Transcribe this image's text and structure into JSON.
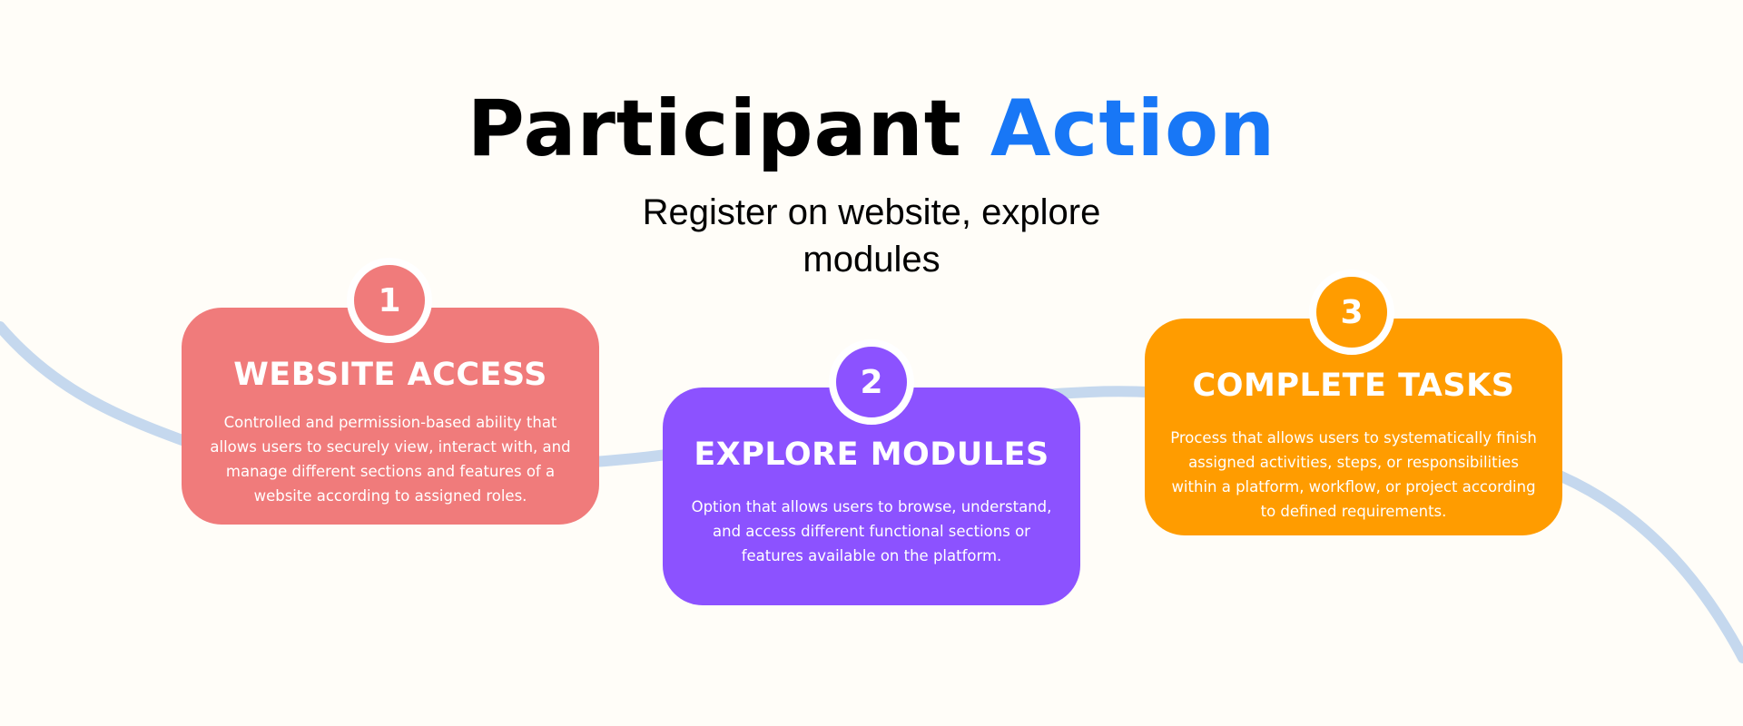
{
  "header": {
    "title_main": "Participant",
    "title_accent": "Action",
    "subtitle": "Register on website, explore modules"
  },
  "steps": [
    {
      "number": "1",
      "title": "WEBSITE ACCESS",
      "description": "Controlled and permission-based ability that allows users to securely view, interact with, and manage different sections and features of a website according to assigned roles.",
      "color": "#F07B7B"
    },
    {
      "number": "2",
      "title": "EXPLORE MODULES",
      "description": "Option that allows users to browse, understand, and access different functional sections or features available on the platform.",
      "color": "#8C52FF"
    },
    {
      "number": "3",
      "title": "COMPLETE TASKS",
      "description": "Process that allows users to systematically finish assigned activities, steps, or responsibilities within a platform, workflow, or project according to defined requirements.",
      "color": "#FF9C00"
    }
  ],
  "colors": {
    "accent": "#1877F6",
    "connector": "#C5D8EE",
    "background": "#FFFDF8"
  }
}
